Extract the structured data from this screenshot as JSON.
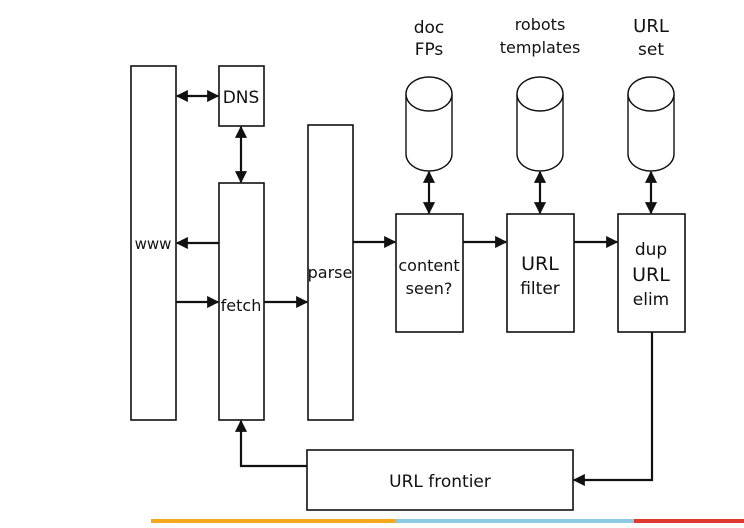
{
  "diagram": {
    "nodes": {
      "www": "www",
      "dns": "DNS",
      "fetch": "fetch",
      "parse": "parse",
      "content_seen": [
        "content",
        "seen?"
      ],
      "url_filter": [
        "URL",
        "filter"
      ],
      "dup_elim": [
        "dup",
        "URL",
        "elim"
      ],
      "url_frontier": "URL frontier"
    },
    "stores": {
      "doc_fps": [
        "doc",
        "FPs"
      ],
      "robots_templates": [
        "robots",
        "templates"
      ],
      "url_set": [
        "URL",
        "set"
      ]
    }
  },
  "footer_bar_colors": [
    "#f5a81c",
    "#8ec9e4",
    "#e03a2f"
  ]
}
